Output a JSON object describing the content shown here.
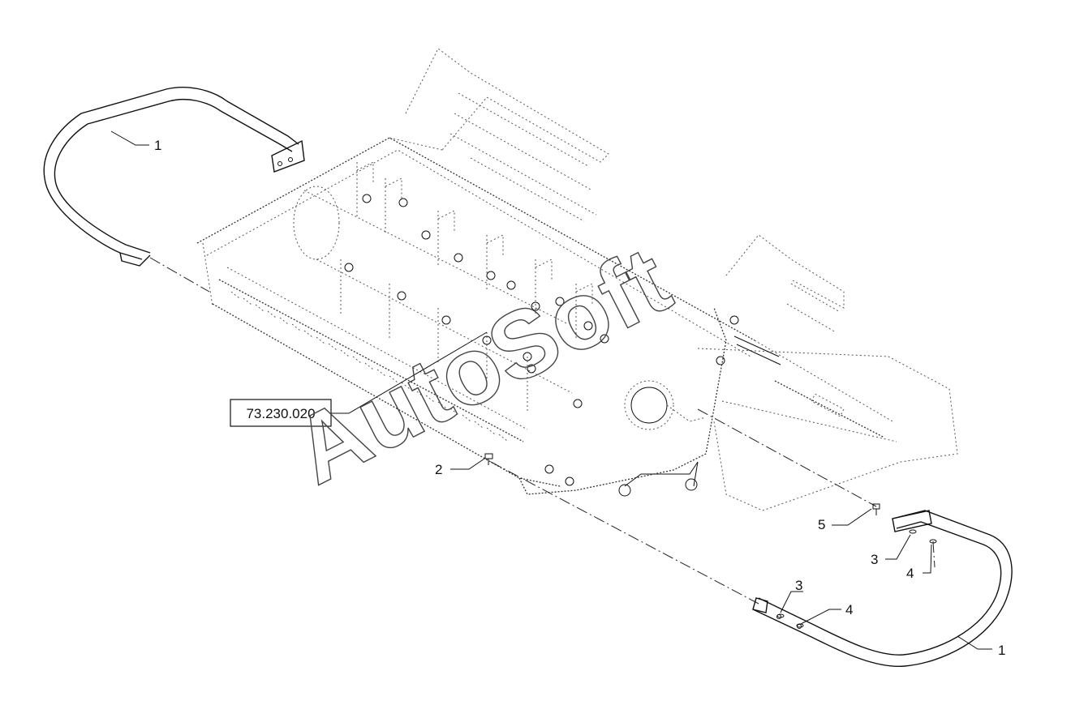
{
  "watermark": "AutoSoft",
  "reference": "73.230.020",
  "callouts": {
    "guard_left": "1",
    "guard_right": "1",
    "bolt": "2",
    "washer_upper": "3",
    "washer_lower": "3",
    "nut_upper": "4",
    "nut_lower": "4",
    "screw": "5"
  }
}
